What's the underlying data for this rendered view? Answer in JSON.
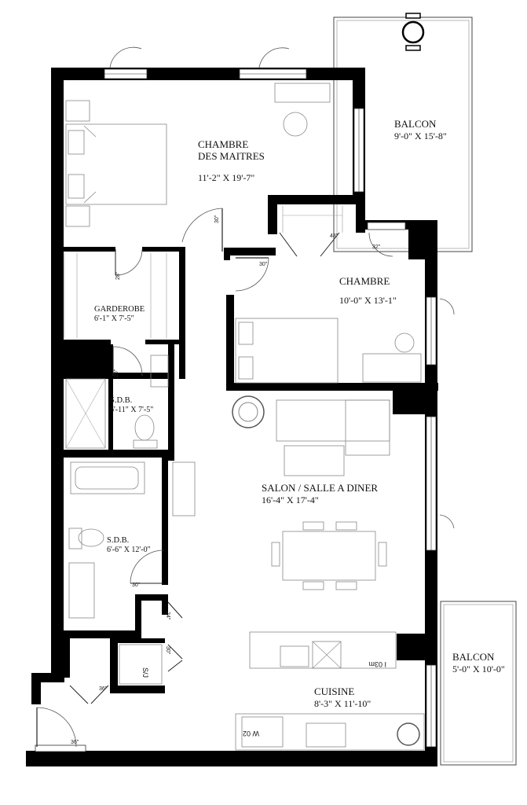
{
  "rooms": {
    "master": {
      "name_line1": "CHAMBRE",
      "name_line2": "DES MAITRES",
      "dims": "11'-2\" X 19'-7\""
    },
    "balcony_top": {
      "name": "BALCON",
      "dims": "9'-0\" X 15'-8\""
    },
    "bedroom": {
      "name": "CHAMBRE",
      "dims": "10'-0\" X 13'-1\""
    },
    "wardrobe": {
      "name": "GARDEROBE",
      "dims": "6'-1\" X 7'-5\""
    },
    "bath1": {
      "name": "S.D.B.",
      "dims": "6'-11\" X 7'-5\""
    },
    "living": {
      "name": "SALON / SALLE A DINER",
      "dims": "16'-4\" X 17'-4\""
    },
    "bath2": {
      "name": "S.D.B.",
      "dims": "6'-6\" X 12'-0\""
    },
    "balcony_bottom": {
      "name": "BALCON",
      "dims": "5'-0\" X 10'-0\""
    },
    "kitchen": {
      "name": "CUISINE",
      "dims": "8'-3\" X 11'-10\""
    }
  },
  "labels": {
    "storage": "S/J",
    "washer_dryer": "W 02",
    "fridge": "I 03m"
  },
  "doors": {
    "d30_master": "30\"",
    "d48_closet": "48\"",
    "d30_hall": "30\"",
    "d28_wardrobe": "28\"",
    "d26_bath": "26\"",
    "d30_bath2": "30\"",
    "d24_closet": "24\"",
    "d30_storage": "30\"",
    "d36_closet": "36\"",
    "d36_entry": "36\"",
    "d32_bedroom": "32\""
  }
}
